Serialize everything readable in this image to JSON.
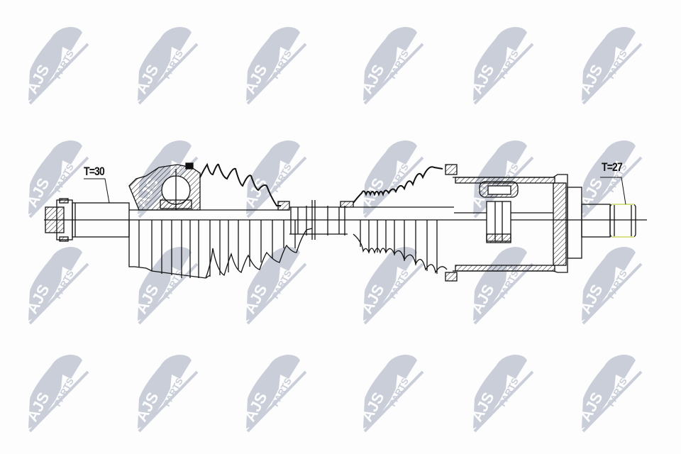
{
  "watermark": {
    "brand_primary": "AJS",
    "brand_secondary": "PARTS",
    "color": "#c9ced9",
    "columns_x": [
      38,
      192,
      345,
      510,
      665,
      818
    ],
    "rows_y": [
      30,
      190,
      340,
      492
    ]
  },
  "drawing": {
    "subject": "drive shaft",
    "line_color": "#111111",
    "labels": {
      "left_spline": "T=30",
      "right_spline": "T=27"
    },
    "highlight_color": "#d9e08a"
  }
}
